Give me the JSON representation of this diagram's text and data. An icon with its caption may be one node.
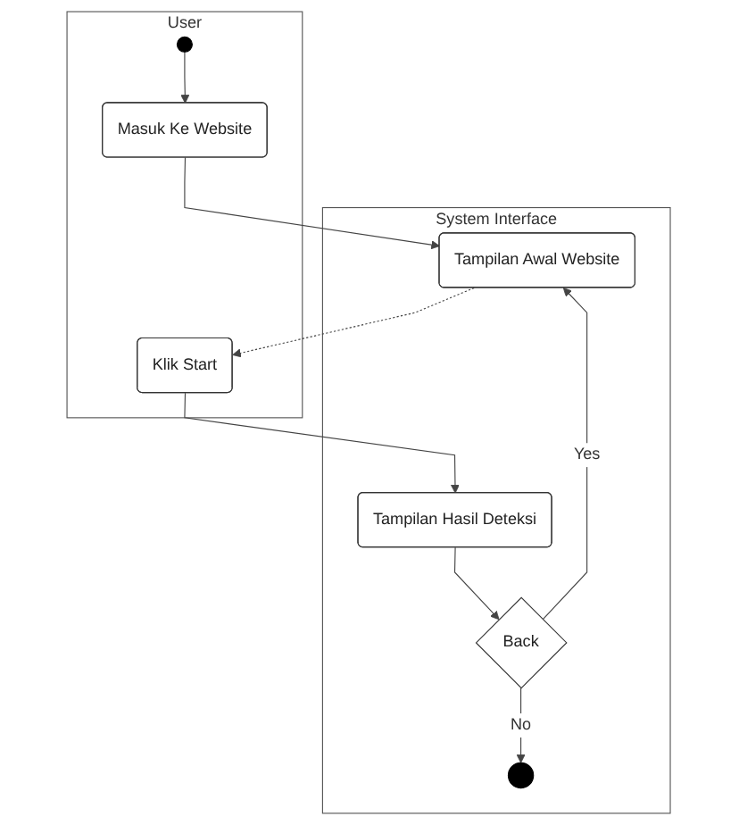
{
  "diagram": {
    "nodes": [
      {
        "text": [
          "User"
        ]
      },
      {
        "text": [],
        "shape": "circle",
        "in": 0
      },
      {
        "text": [
          "Masuk Ke Website"
        ],
        "in": 0
      },
      {
        "text": [
          "Klik Start"
        ],
        "in": 0
      },
      {
        "text": [
          "System Interface"
        ]
      },
      {
        "text": [
          "Tampilan Awal Website"
        ],
        "in": 4
      },
      {
        "text": [
          "Tampilan Hasil Deteksi"
        ],
        "in": 4
      },
      {
        "text": [
          "Back"
        ],
        "in": 4
      },
      {
        "text": [],
        "shape": "circle",
        "in": 4
      }
    ],
    "edges": [
      {
        "from": 1,
        "to": 2,
        "arrow": "to"
      },
      {
        "from": 2,
        "to": 5,
        "arrow": "to"
      },
      {
        "from": 5,
        "to": 3,
        "arrow": "to",
        "style": "dashed"
      },
      {
        "from": 3,
        "to": 6,
        "arrow": "to"
      },
      {
        "from": 6,
        "to": 7,
        "arrow": "to"
      },
      {
        "from": 7,
        "to": 5,
        "arrow": "to",
        "label": "Yes"
      },
      {
        "from": 7,
        "to": 8,
        "arrow": "to",
        "label": "No"
      }
    ]
  }
}
